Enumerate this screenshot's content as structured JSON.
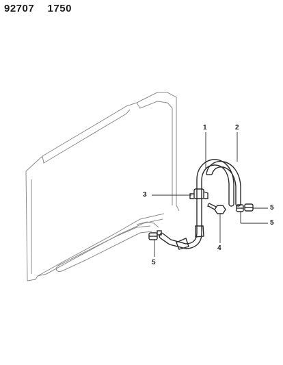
{
  "header": {
    "reference": "92707  1750"
  },
  "callouts": [
    {
      "id": "1",
      "label": "1"
    },
    {
      "id": "2",
      "label": "2"
    },
    {
      "id": "3",
      "label": "3"
    },
    {
      "id": "4",
      "label": "4"
    },
    {
      "id": "5a",
      "label": "5"
    },
    {
      "id": "5b",
      "label": "5"
    },
    {
      "id": "5c",
      "label": "5"
    }
  ],
  "colors": {
    "ink": "#2a2a2a",
    "faint_outline": "#8a8a8a",
    "background": "#ffffff"
  }
}
